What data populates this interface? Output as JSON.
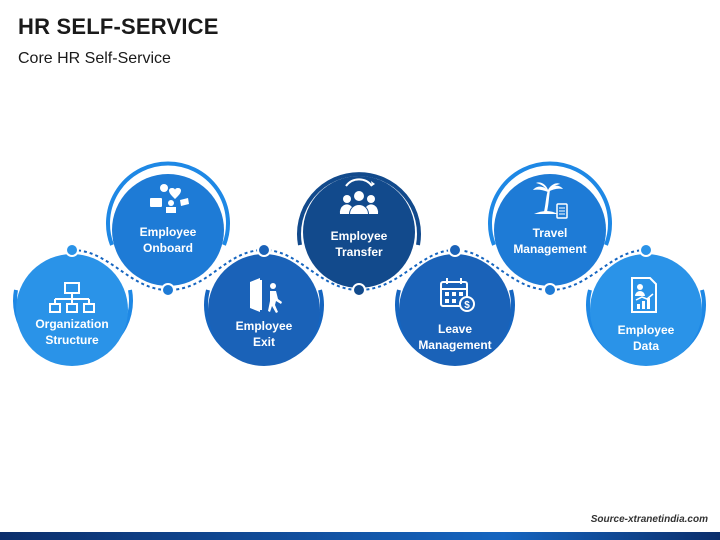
{
  "header": {
    "title": "HR SELF-SERVICE",
    "subtitle": "Core HR Self-Service"
  },
  "footer": {
    "source": "Source-xtranetindia.com"
  },
  "colors": {
    "darkest": "#124a8c",
    "dark": "#1a62b8",
    "mid": "#1e7bd6",
    "light": "#2a93e8",
    "ring": "#1e88e5",
    "connector": "#1565c0"
  },
  "nodes": [
    {
      "id": "organization-structure",
      "label_lines": [
        "Organization",
        "Structure"
      ],
      "icon": "org-chart-icon"
    },
    {
      "id": "employee-onboard",
      "label_lines": [
        "Employee",
        "Onboard"
      ],
      "icon": "onboard-icon"
    },
    {
      "id": "employee-exit",
      "label_lines": [
        "Employee",
        "Exit"
      ],
      "icon": "exit-door-icon"
    },
    {
      "id": "employee-transfer",
      "label_lines": [
        "Employee",
        "Transfer"
      ],
      "icon": "people-transfer-icon"
    },
    {
      "id": "leave-management",
      "label_lines": [
        "Leave",
        "Management"
      ],
      "icon": "calendar-dollar-icon"
    },
    {
      "id": "travel-management",
      "label_lines": [
        "Travel",
        "Management"
      ],
      "icon": "palm-island-icon"
    },
    {
      "id": "employee-data",
      "label_lines": [
        "Employee",
        "Data"
      ],
      "icon": "data-report-icon"
    }
  ]
}
